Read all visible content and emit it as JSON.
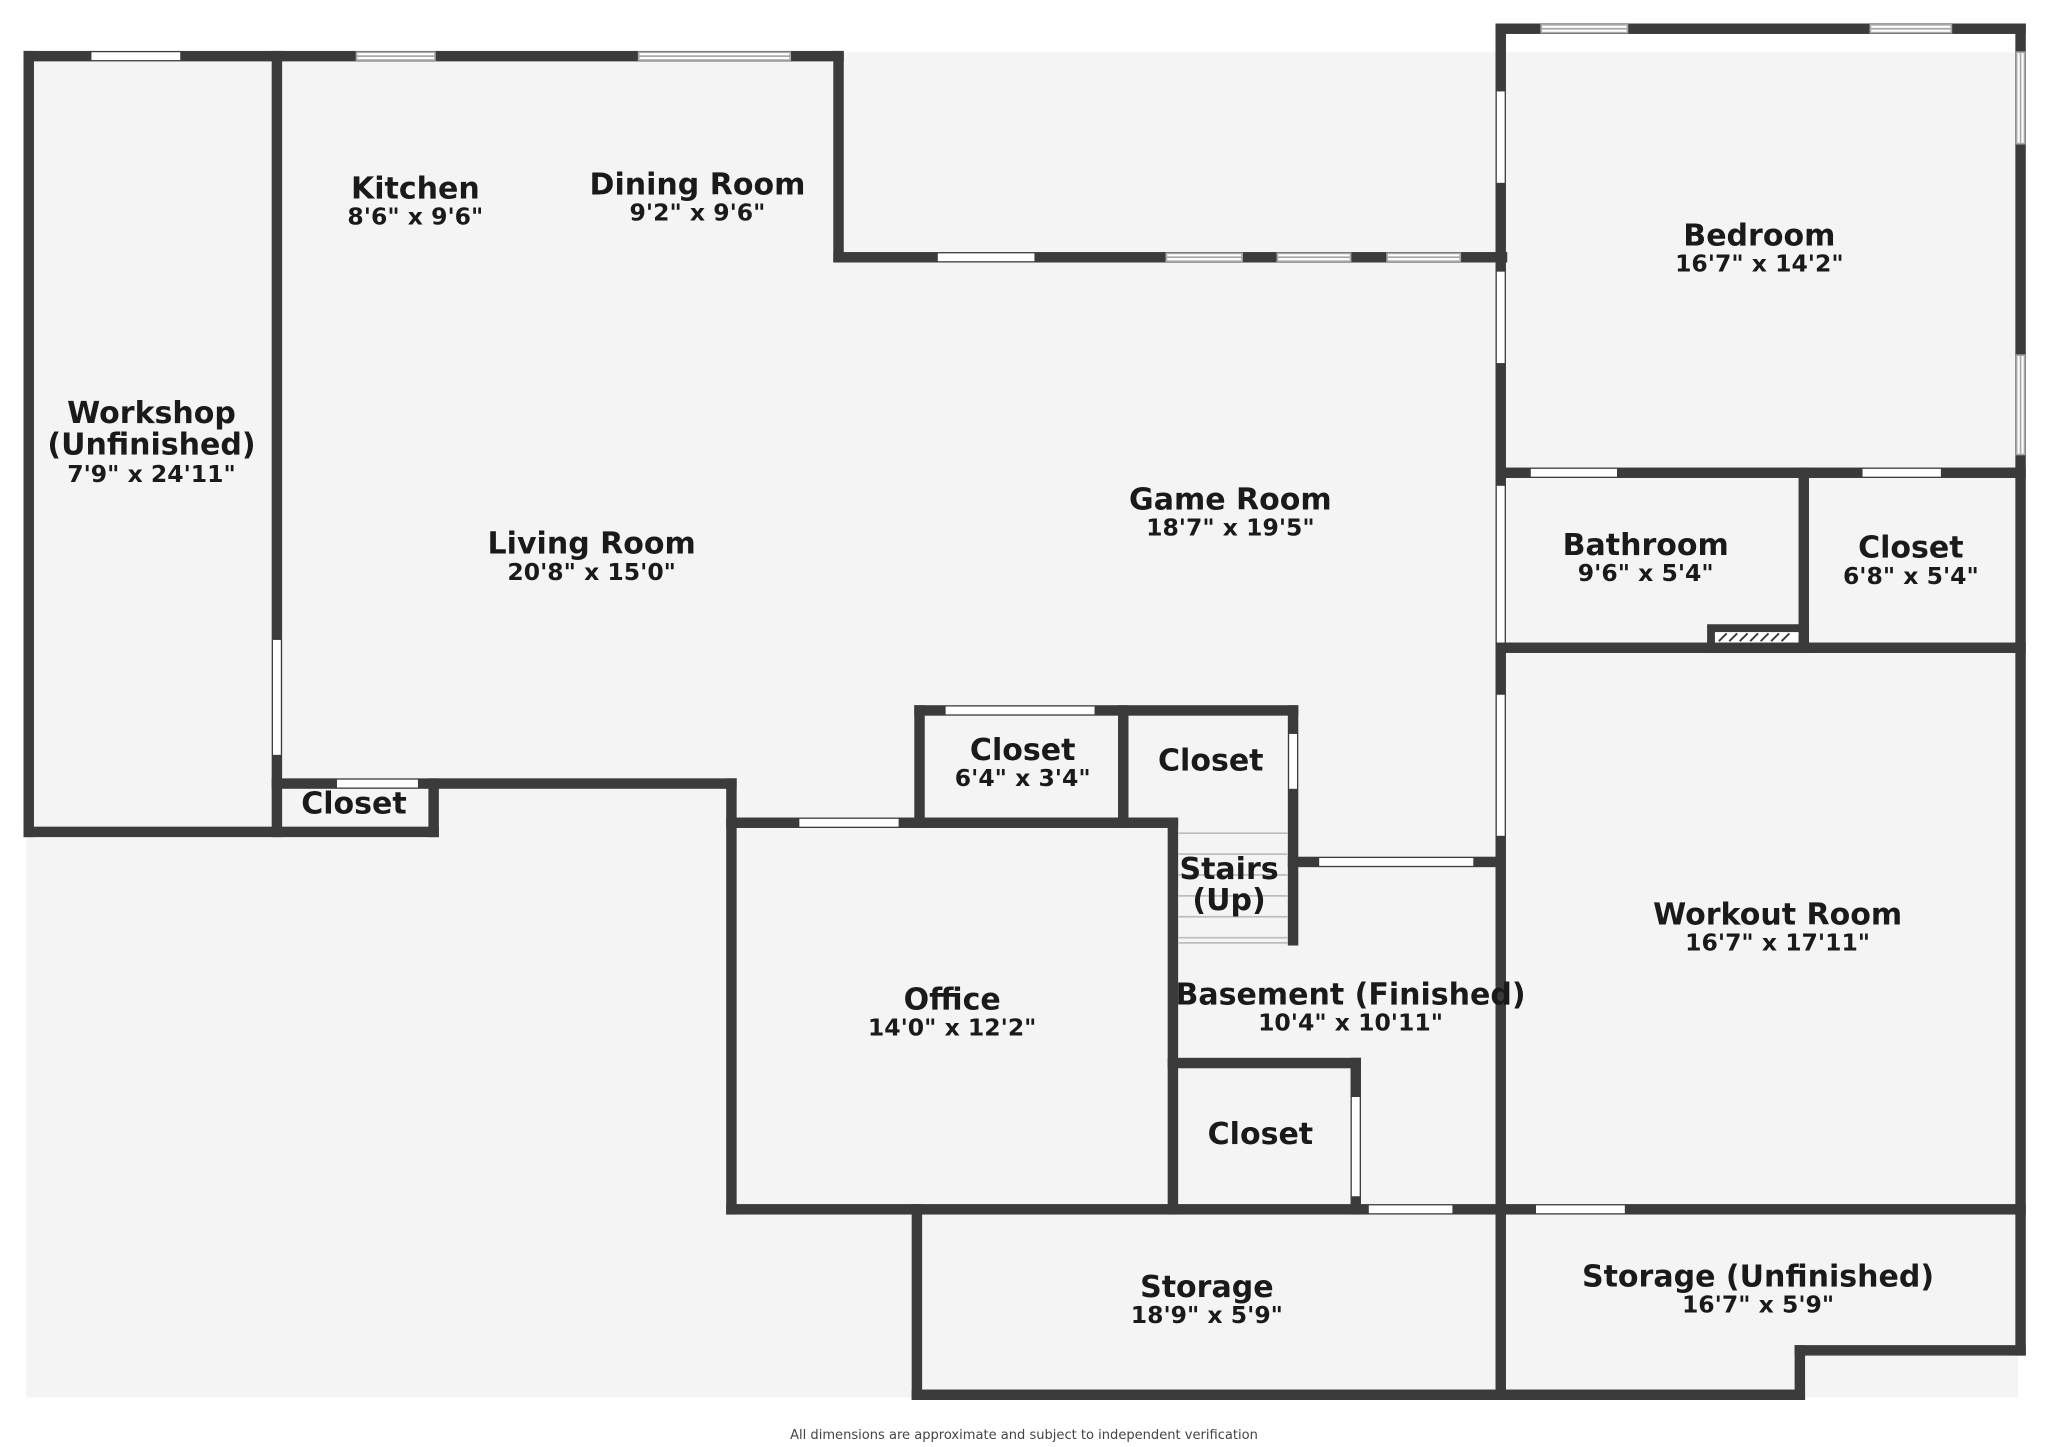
{
  "rooms": [
    {
      "id": "workshop",
      "name": "Workshop",
      "name2": "(Unfinished)",
      "dims": "7'9\" x 24'11\""
    },
    {
      "id": "kitchen",
      "name": "Kitchen",
      "dims": "8'6\" x 9'6\""
    },
    {
      "id": "dining-room",
      "name": "Dining Room",
      "dims": "9'2\" x 9'6\""
    },
    {
      "id": "living-room",
      "name": "Living Room",
      "dims": "20'8\" x 15'0\""
    },
    {
      "id": "game-room",
      "name": "Game Room",
      "dims": "18'7\" x 19'5\""
    },
    {
      "id": "bedroom",
      "name": "Bedroom",
      "dims": "16'7\" x 14'2\""
    },
    {
      "id": "bathroom",
      "name": "Bathroom",
      "dims": "9'6\" x 5'4\""
    },
    {
      "id": "closet-bath",
      "name": "Closet",
      "dims": "6'8\" x 5'4\""
    },
    {
      "id": "workout-room",
      "name": "Workout Room",
      "dims": "16'7\" x 17'11\""
    },
    {
      "id": "closet-living",
      "name": "Closet",
      "dims": ""
    },
    {
      "id": "closet-center-a",
      "name": "Closet",
      "dims": "6'4\" x 3'4\""
    },
    {
      "id": "closet-center-b",
      "name": "Closet",
      "dims": ""
    },
    {
      "id": "stairs",
      "name": "Stairs",
      "name2": "(Up)",
      "dims": ""
    },
    {
      "id": "office",
      "name": "Office",
      "dims": "14'0\" x 12'2\""
    },
    {
      "id": "basement",
      "name": "Basement (Finished)",
      "dims": "10'4\" x 10'11\""
    },
    {
      "id": "closet-basement",
      "name": "Closet",
      "dims": ""
    },
    {
      "id": "storage",
      "name": "Storage",
      "dims": "18'9\" x 5'9\""
    },
    {
      "id": "storage-unfinished",
      "name": "Storage (Unfinished)",
      "dims": "16'7\" x 5'9\""
    }
  ],
  "footnote": "All dimensions are approximate and subject to independent verification",
  "colors": {
    "wall": "#3b3b3b",
    "floor": "#f4f4f4",
    "window": "#ffffff"
  }
}
